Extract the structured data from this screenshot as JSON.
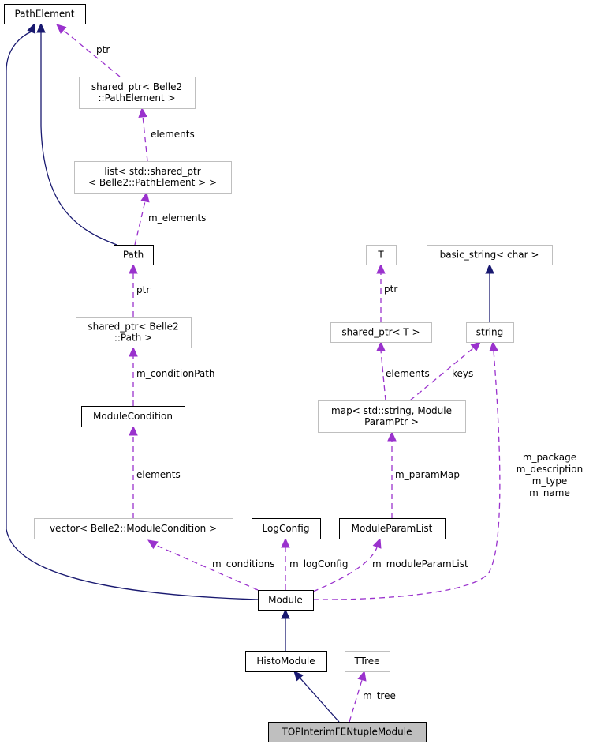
{
  "diagram": {
    "title": "TOPInterimFENtupleModule collaboration diagram",
    "nodes": {
      "path_element": {
        "label": [
          "PathElement"
        ],
        "style": "solid"
      },
      "shared_ptr_path_element": {
        "label": [
          "shared_ptr< Belle2",
          "::PathElement >"
        ],
        "style": "grey"
      },
      "list_shared_ptr": {
        "label": [
          "list< std::shared_ptr",
          "< Belle2::PathElement > >"
        ],
        "style": "grey"
      },
      "path": {
        "label": [
          "Path"
        ],
        "style": "solid"
      },
      "shared_ptr_path": {
        "label": [
          "shared_ptr< Belle2",
          "::Path >"
        ],
        "style": "grey"
      },
      "module_condition": {
        "label": [
          "ModuleCondition"
        ],
        "style": "solid"
      },
      "vector_module_condition": {
        "label": [
          "vector< Belle2::ModuleCondition >"
        ],
        "style": "grey"
      },
      "log_config": {
        "label": [
          "LogConfig"
        ],
        "style": "solid"
      },
      "t": {
        "label": [
          "T"
        ],
        "style": "grey"
      },
      "shared_ptr_t": {
        "label": [
          "shared_ptr< T >"
        ],
        "style": "grey"
      },
      "basic_string": {
        "label": [
          "basic_string< char >"
        ],
        "style": "grey"
      },
      "string": {
        "label": [
          "string"
        ],
        "style": "grey"
      },
      "map_param": {
        "label": [
          "map< std::string, Module",
          "ParamPtr >"
        ],
        "style": "grey"
      },
      "module_param_list": {
        "label": [
          "ModuleParamList"
        ],
        "style": "solid"
      },
      "module": {
        "label": [
          "Module"
        ],
        "style": "solid"
      },
      "histo_module": {
        "label": [
          "HistoModule"
        ],
        "style": "solid"
      },
      "ttree": {
        "label": [
          "TTree"
        ],
        "style": "grey"
      },
      "top_module": {
        "label": [
          "TOPInterimFENtupleModule"
        ],
        "style": "focus"
      }
    },
    "edges": [
      {
        "from": "shared_ptr_path_element",
        "to": "path_element",
        "kind": "usage",
        "label": [
          "ptr"
        ]
      },
      {
        "from": "list_shared_ptr",
        "to": "shared_ptr_path_element",
        "kind": "usage",
        "label": [
          "elements"
        ]
      },
      {
        "from": "path",
        "to": "list_shared_ptr",
        "kind": "usage",
        "label": [
          "m_elements"
        ]
      },
      {
        "from": "path",
        "to": "path_element",
        "kind": "inherit",
        "label": []
      },
      {
        "from": "shared_ptr_path",
        "to": "path",
        "kind": "usage",
        "label": [
          "ptr"
        ]
      },
      {
        "from": "module_condition",
        "to": "shared_ptr_path",
        "kind": "usage",
        "label": [
          "m_conditionPath"
        ]
      },
      {
        "from": "vector_module_condition",
        "to": "module_condition",
        "kind": "usage",
        "label": [
          "elements"
        ]
      },
      {
        "from": "module",
        "to": "path_element",
        "kind": "inherit",
        "label": []
      },
      {
        "from": "module",
        "to": "vector_module_condition",
        "kind": "usage",
        "label": [
          "m_conditions"
        ]
      },
      {
        "from": "module",
        "to": "log_config",
        "kind": "usage",
        "label": [
          "m_logConfig"
        ]
      },
      {
        "from": "module",
        "to": "module_param_list",
        "kind": "usage",
        "label": [
          "m_moduleParamList"
        ]
      },
      {
        "from": "module",
        "to": "string",
        "kind": "usage",
        "label": [
          "m_package",
          "m_description",
          "m_type",
          "m_name"
        ]
      },
      {
        "from": "shared_ptr_t",
        "to": "t",
        "kind": "usage",
        "label": [
          "ptr"
        ]
      },
      {
        "from": "string",
        "to": "basic_string",
        "kind": "inherit",
        "label": []
      },
      {
        "from": "map_param",
        "to": "shared_ptr_t",
        "kind": "usage",
        "label": [
          "elements"
        ]
      },
      {
        "from": "map_param",
        "to": "string",
        "kind": "usage",
        "label": [
          "keys"
        ]
      },
      {
        "from": "module_param_list",
        "to": "map_param",
        "kind": "usage",
        "label": [
          "m_paramMap"
        ]
      },
      {
        "from": "histo_module",
        "to": "module",
        "kind": "inherit",
        "label": []
      },
      {
        "from": "top_module",
        "to": "histo_module",
        "kind": "inherit",
        "label": []
      },
      {
        "from": "top_module",
        "to": "ttree",
        "kind": "usage",
        "label": [
          "m_tree"
        ]
      }
    ],
    "colors": {
      "inheritance": "#191970",
      "usage": "#9a32cd",
      "documented_border": "#000000",
      "undocumented_border": "#bfbfbf",
      "focus_fill": "#bfbfbf"
    }
  }
}
